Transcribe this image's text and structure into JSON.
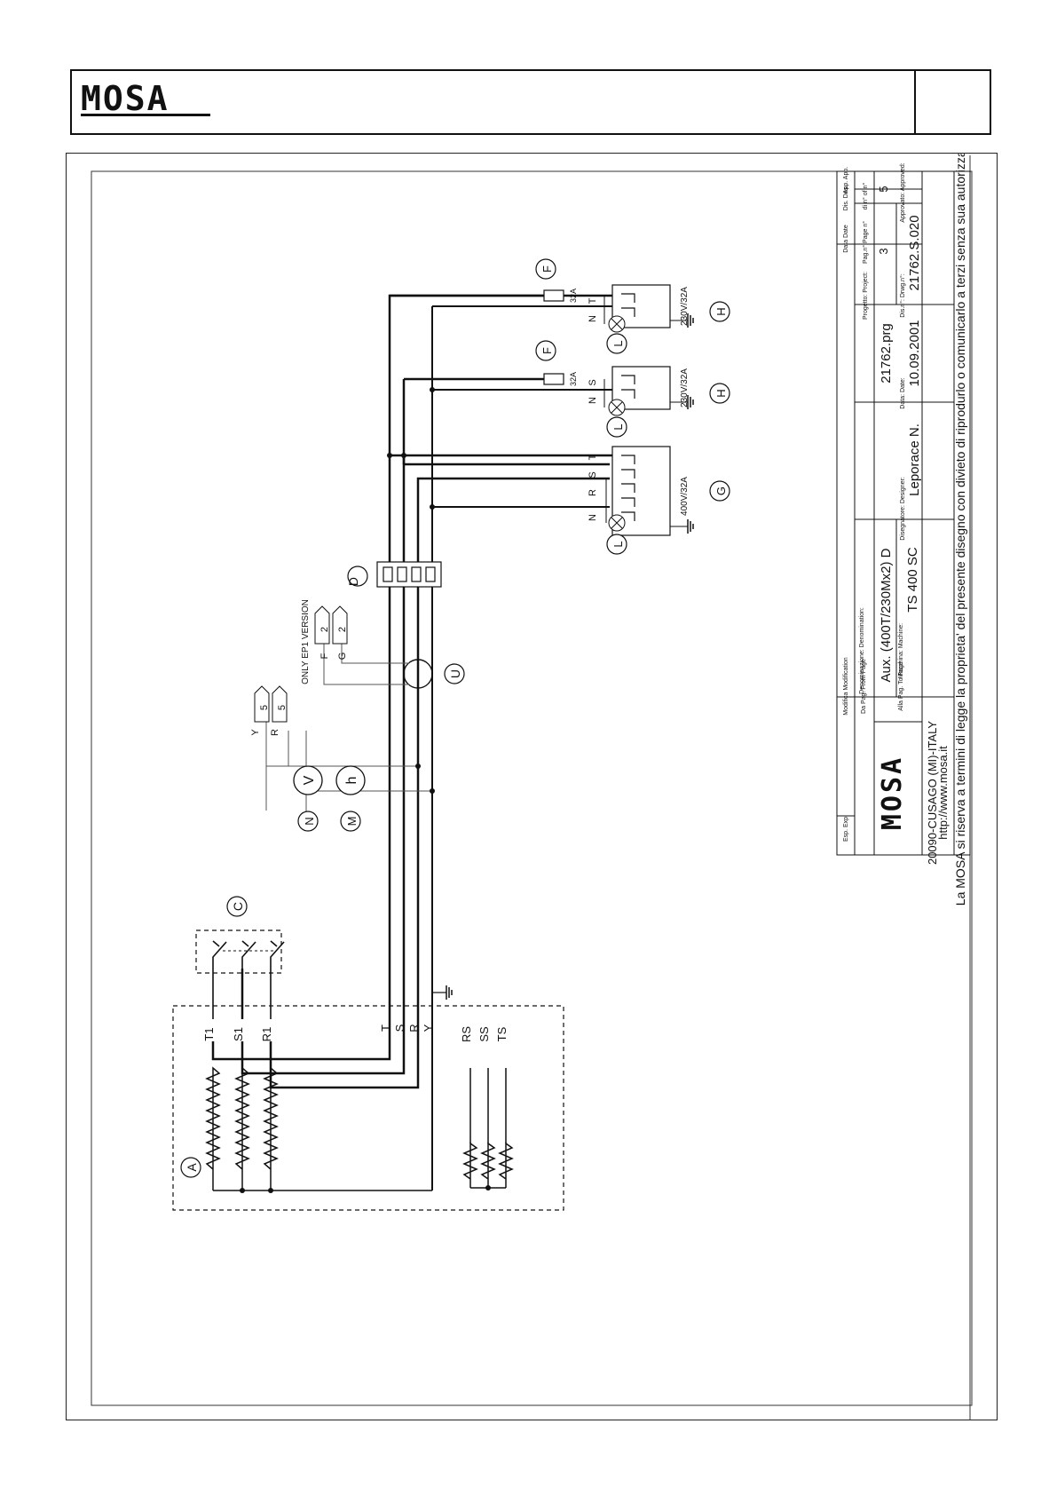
{
  "header": {
    "logo_text": "MOSA"
  },
  "components": {
    "A": "A",
    "C": "C",
    "D": "D",
    "G": "G",
    "H": "H",
    "F": "F",
    "L": "L",
    "U": "U",
    "N": "N",
    "M": "M",
    "V": "V",
    "h": "h"
  },
  "generator": {
    "terminals": [
      "T1",
      "S1",
      "R1",
      "T",
      "S",
      "R",
      "Y",
      "RS",
      "SS",
      "TS"
    ]
  },
  "signals": {
    "y": "Y",
    "r": "R",
    "five": "5",
    "f": "F",
    "g": "G",
    "two": "2",
    "ep1_note": "ONLY EP1 VERSION"
  },
  "sockets": {
    "s400": {
      "rating": "400V/32A",
      "poles": [
        "N",
        "R",
        "S",
        "T"
      ]
    },
    "s230a": {
      "rating": "230V/32A",
      "poles": [
        "N",
        "S"
      ]
    },
    "s230b": {
      "rating": "230V/32A",
      "poles": [
        "N",
        "T"
      ]
    },
    "fuse_rating": "32A"
  },
  "titleblock": {
    "esp": "Esp.\nExp.",
    "modifica": "Modifica\nModification",
    "data_h": "Data\nDate",
    "dis_h": "Dis.\nDes.",
    "app_h": "App.\nApp.",
    "da_pag": "Da Pag.\nFrom Page",
    "denominazione_label": "Denominazione:\nDenomination:",
    "denominazione": "Aux. (400T/230Mx2) D",
    "progetto_label": "Progetto:\nProject:",
    "progetto": "21762.prg",
    "pag_label": "Pag.n°\nPage n°",
    "pag": "3",
    "di_label": "di n°\nof n°",
    "di": "5",
    "logo": "MOSA",
    "address": "20090-CUSAGO (MI)-ITALY",
    "url": "http://www.mosa.it",
    "alla_pag": "Alla Pag.\nTo Page",
    "macchina_label": "Macchina:\nMachine:",
    "macchina": "TS 400 SC",
    "disegnatore_label": "Disegnatore:\nDesigner:",
    "disegnatore": "Leporace N.",
    "data_label": "Data:\nDate:",
    "data": "10.09.2001",
    "dis_n_label": "Dis.n°:\nDrwg.n°:",
    "dis_n": "21762.S.020",
    "approvato_label": "Approvato:\nApproved:",
    "legal": "La MOSA si riserva a termini di legge la proprieta' del presente disegno con divieto di riprodurlo o comunicarlo a terzi senza sua autorizzazione"
  }
}
